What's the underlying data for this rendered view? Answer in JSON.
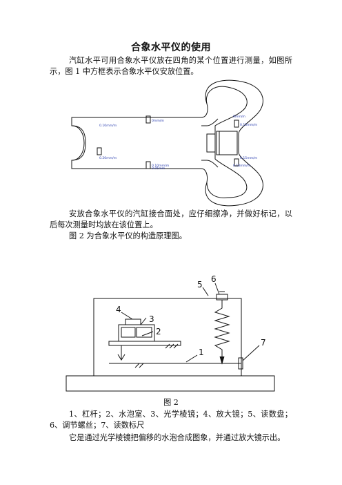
{
  "title": "合象水平仪的使用",
  "para1": "汽缸水平可用合象水平仪放在四角的某个位置进行测量，如图所示，图 1 中方框表示合象水平仪安放位置。",
  "fig1_labels": {
    "l1": "0.10mm/m",
    "l2": "0.20mm/m",
    "l3": "0mm/m",
    "l4": "0.10mm/m",
    "l5": "0.15mm/m",
    "l6": "0.15mm/m",
    "l7": "0mm/m",
    "l8": "0.10mm/m",
    "l9": "0.05mm"
  },
  "para2": "安放合象水平仪的汽缸接合面处，应仔细擦净，并做好标记，以后每次测量时均放在该位置上。",
  "para3": "图 2 为合象水平仪的构造原理图。",
  "fig2_numbers": {
    "n1": "1",
    "n2": "2",
    "n3": "3",
    "n4": "4",
    "n5": "5",
    "n6": "6",
    "n7": "7"
  },
  "caption": "图 2",
  "para4": "1、杠杆；2、水泡室、3、光学棱镜；4、放大镜；5、读数盘；6、调节螺丝；7、读数标尺",
  "para5": "它是通过光学棱镜把偏移的水泡合成图象，并通过放大镜示出。"
}
